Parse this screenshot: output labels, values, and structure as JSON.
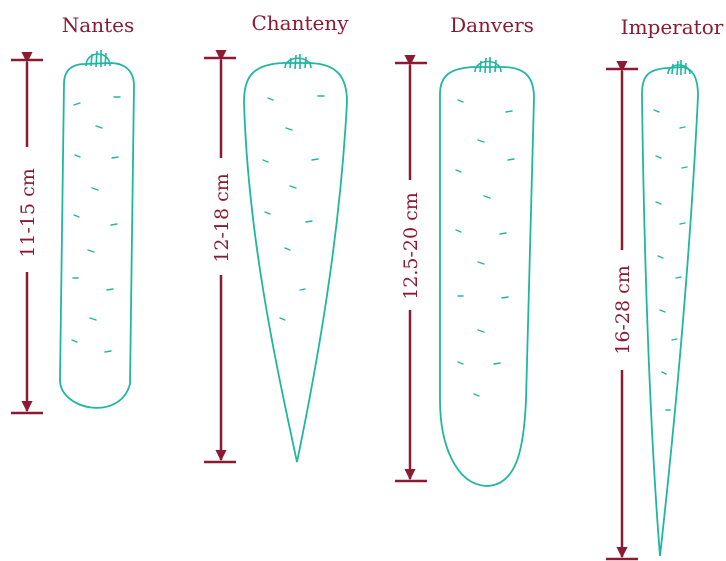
{
  "colors": {
    "outline": "#21b6a0",
    "annotation": "#8b1a32",
    "background": "#ffffff"
  },
  "carrots": [
    {
      "name": "Nantes",
      "length_label": "11-15 cm"
    },
    {
      "name": "Chanteny",
      "length_label": "12-18 cm"
    },
    {
      "name": "Danvers",
      "length_label": "12.5-20 cm"
    },
    {
      "name": "Imperator",
      "length_label": "16-28 cm"
    }
  ]
}
